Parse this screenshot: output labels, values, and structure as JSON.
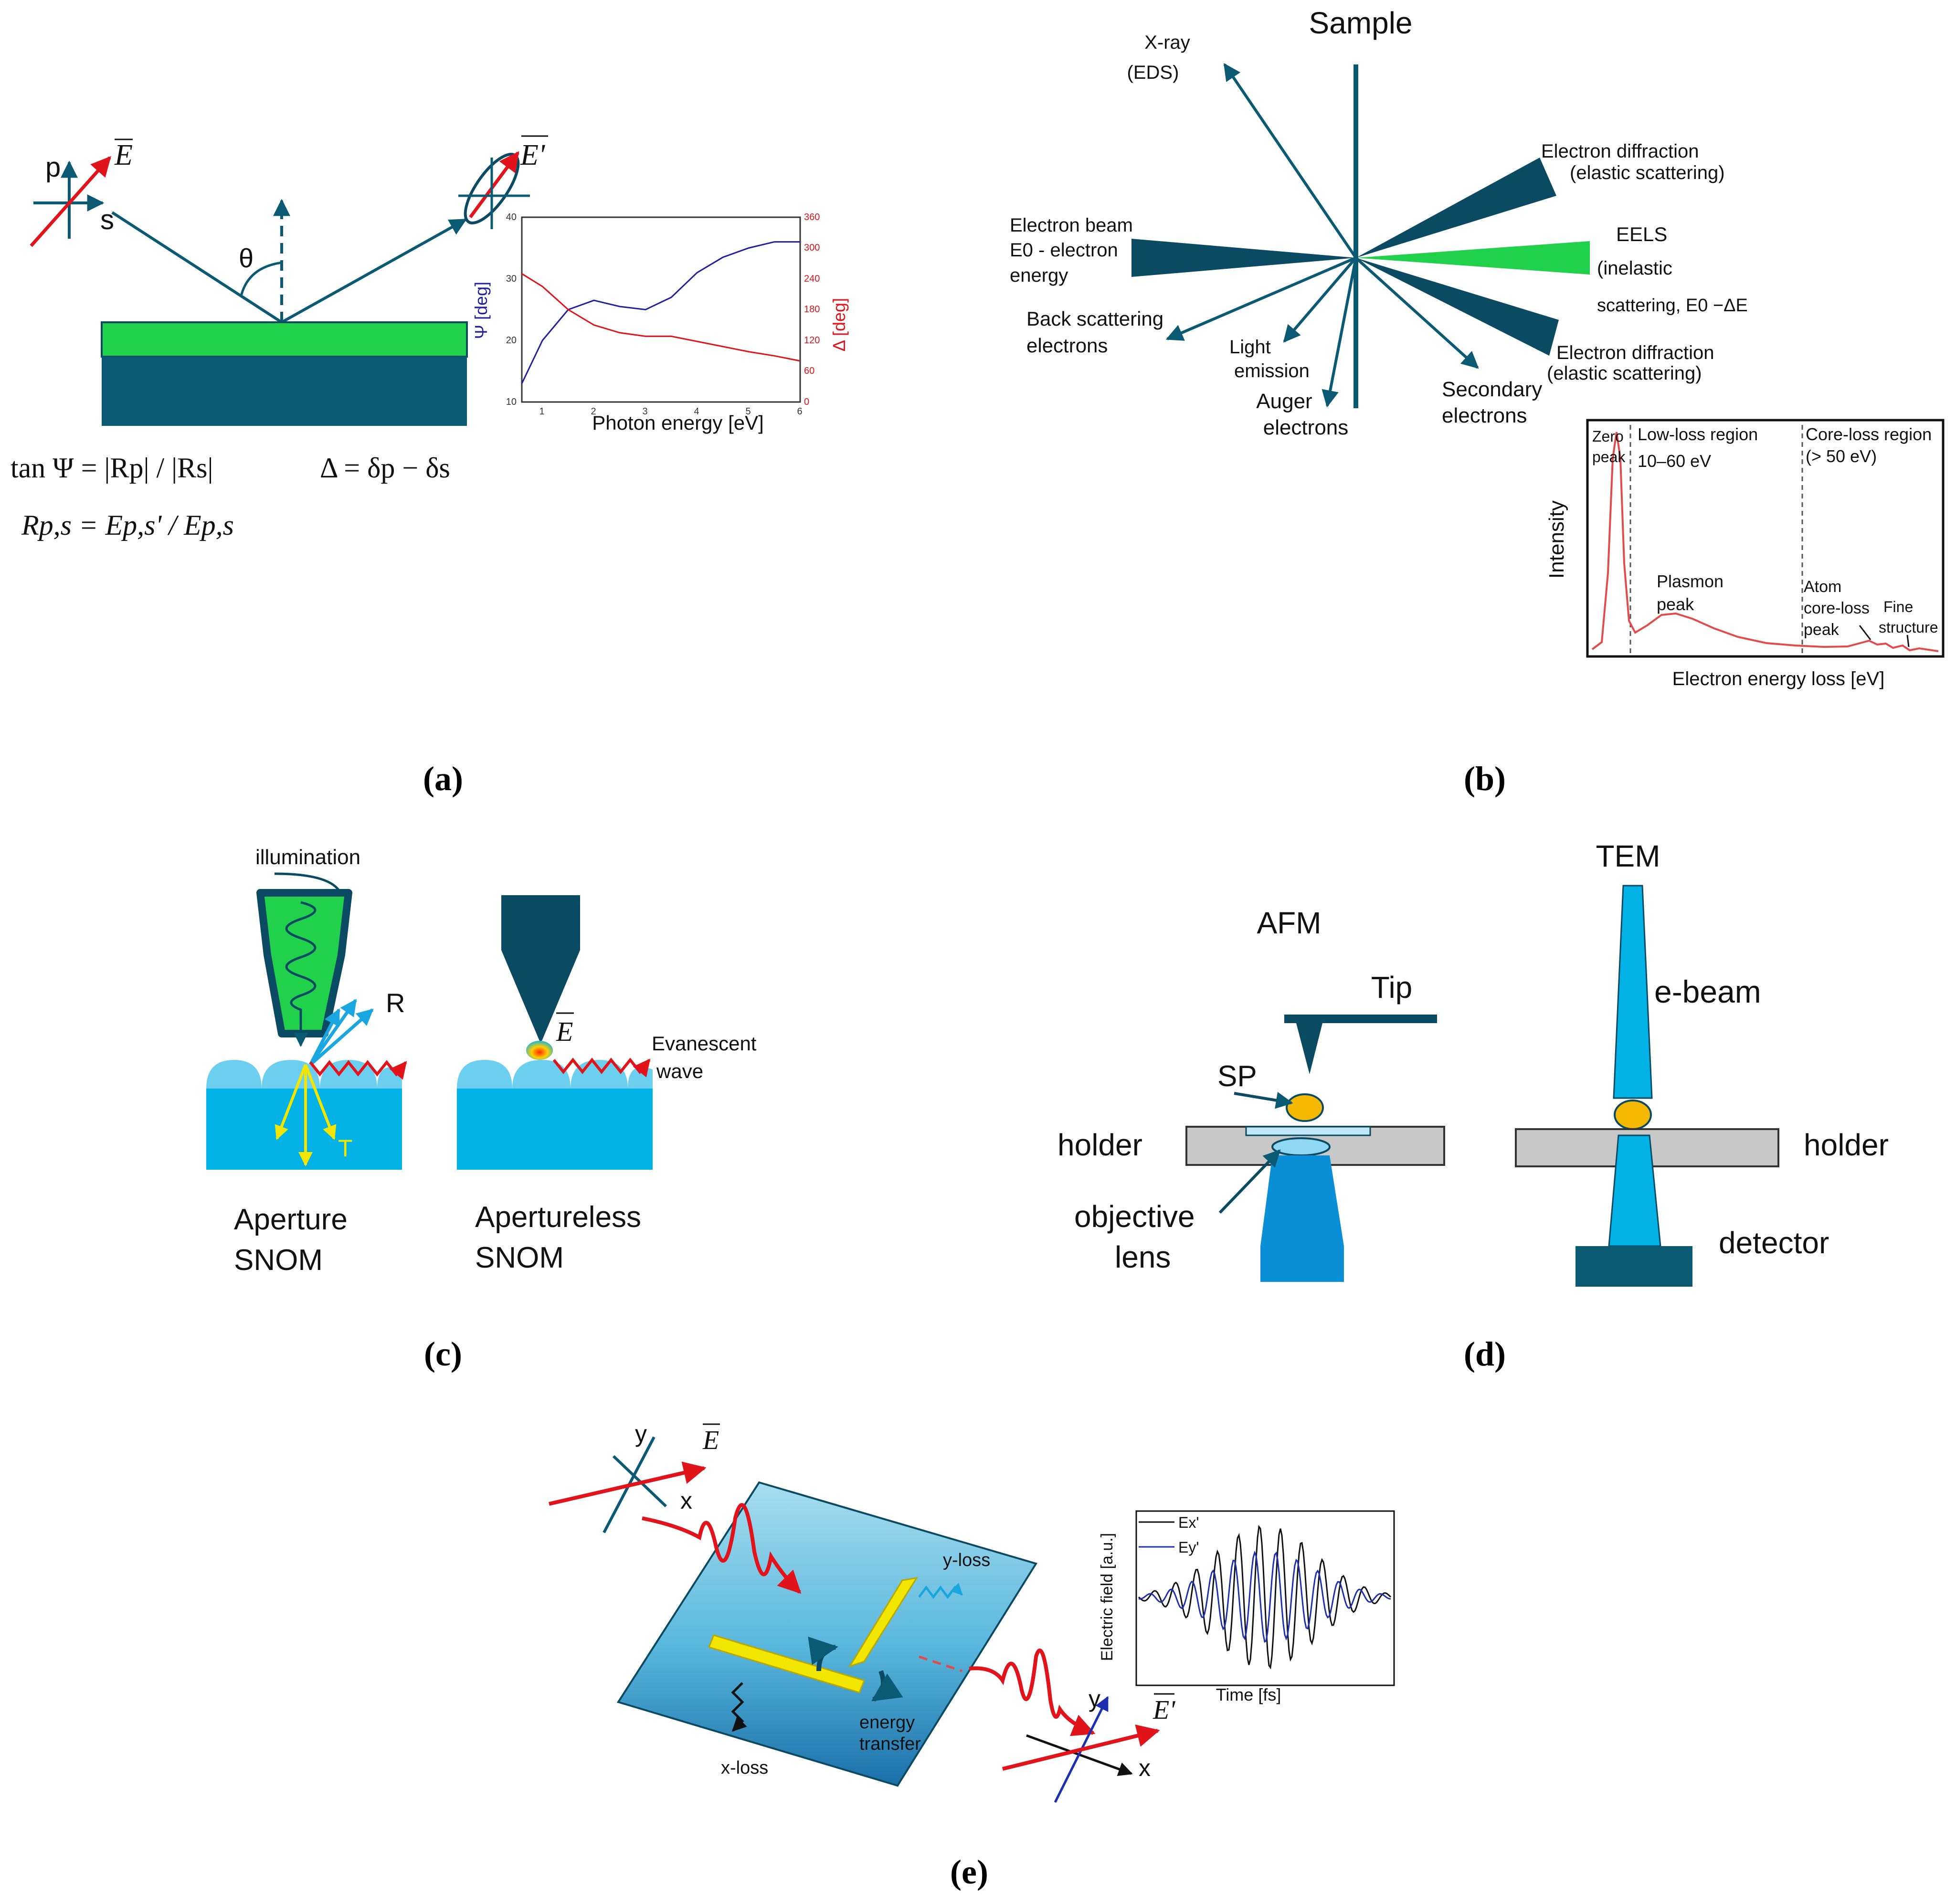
{
  "panel_labels": {
    "a": "(a)",
    "b": "(b)",
    "c": "(c)",
    "d": "(d)",
    "e": "(e)"
  },
  "colors": {
    "teal": "#0b5a73",
    "dark": "#0b4a63",
    "green": "#22d14b",
    "sky": "#00b2e6",
    "red": "#e1141b",
    "yellow": "#f2e600",
    "gray": "#c8c8c8"
  },
  "panel_a": {
    "p_label": "p",
    "s_label": "s",
    "e_label": "E",
    "e_prime_label": "E'",
    "theta_label": "θ",
    "eq_tan": "tan Ψ = |Rp| / |Rs|",
    "eq_delta": "Δ = δp − δs",
    "eq_r": "Rp,s = Ep,s' / Ep,s",
    "inset": {
      "xlabel": "Photon energy [eV]",
      "ylabel_left": "Ψ [deg]",
      "ylabel_right": "Δ [deg]",
      "x_ticks": [
        "1",
        "2",
        "3",
        "4",
        "5",
        "6"
      ],
      "y_left_ticks": [
        "10",
        "20",
        "30",
        "40"
      ],
      "y_right_ticks": [
        "0",
        "60",
        "120",
        "180",
        "240",
        "300",
        "360"
      ]
    }
  },
  "chart_data": {
    "type": "line",
    "xlabel": "Photon energy [eV]",
    "ylabel": "Ψ [deg]",
    "y2label": "Δ [deg]",
    "xlim": [
      0.6,
      6
    ],
    "ylim": [
      10,
      40
    ],
    "y2lim": [
      0,
      360
    ],
    "series": [
      {
        "axis": "left",
        "color": "#1f1fa0",
        "x": [
          0.6,
          1.0,
          1.5,
          2.0,
          2.5,
          3.0,
          3.5,
          4.0,
          4.5,
          5.0,
          5.5,
          6.0
        ],
        "y": [
          13,
          20,
          25,
          26.5,
          25.5,
          25,
          27,
          31,
          33.5,
          35,
          36,
          36
        ]
      },
      {
        "axis": "right",
        "color": "#e1141b",
        "x": [
          0.6,
          1.0,
          1.5,
          2.0,
          2.5,
          3.0,
          3.5,
          4.0,
          4.5,
          5.0,
          5.5,
          6.0
        ],
        "y": [
          250,
          225,
          180,
          150,
          135,
          128,
          128,
          118,
          108,
          98,
          90,
          80
        ]
      }
    ]
  },
  "panel_b": {
    "sample": "Sample",
    "xray": "X-ray",
    "eds": "(EDS)",
    "diffraction_top_1": "Electron diffraction",
    "diffraction_top_2": "(elastic scattering)",
    "beam_1": "Electron beam",
    "beam_2": "E0 - electron",
    "beam_3": "energy",
    "eels_1": "EELS",
    "eels_2": "(inelastic",
    "eels_3": "scattering, E0 −ΔE",
    "back_1": "Back scattering",
    "back_2": "electrons",
    "light_1": "Light",
    "light_2": "emission",
    "auger_1": "Auger",
    "auger_2": "electrons",
    "secondary_1": "Secondary",
    "secondary_2": "electrons",
    "diffraction_bot_1": "Electron diffraction",
    "diffraction_bot_2": "(elastic scattering)",
    "eels_chart": {
      "zero_1": "Zero",
      "zero_2": "peak",
      "lowloss_1": "Low-loss region",
      "lowloss_2": "10–60 eV",
      "coreloss_1": "Core-loss region",
      "coreloss_2": "(> 50 eV)",
      "plasmon_1": "Plasmon",
      "plasmon_2": "peak",
      "atom_1": "Atom",
      "atom_2": "core-loss",
      "atom_3": "peak",
      "fine_1": "Fine",
      "fine_2": "structure",
      "ylabel": "Intensity",
      "xlabel": "Electron energy loss [eV]"
    }
  },
  "panel_c": {
    "illumination": "illumination",
    "r_label": "R",
    "t_label": "T",
    "e_label": "E",
    "evanescent_1": "Evanescent",
    "evanescent_2": "wave",
    "aperture_1": "Aperture",
    "aperture_2": "SNOM",
    "apertureless_1": "Apertureless",
    "apertureless_2": "SNOM"
  },
  "panel_d": {
    "afm": "AFM",
    "tip": "Tip",
    "sp": "SP",
    "holder_left": "holder",
    "objective_1": "objective",
    "objective_2": "lens",
    "tem": "TEM",
    "ebeam": "e-beam",
    "holder_right": "holder",
    "detector": "detector"
  },
  "panel_e": {
    "y_top": "y",
    "x_top": "x",
    "e_top": "E",
    "yloss": "y-loss",
    "xloss": "x-loss",
    "energy_1": "energy",
    "energy_2": "transfer",
    "y_bot": "y",
    "x_bot": "x",
    "e_bot": "E'",
    "inset": {
      "ylabel": "Electric field [a.u.]",
      "xlabel": "Time [fs]",
      "legend_1": "Ex'",
      "legend_2": "Ey'"
    }
  }
}
